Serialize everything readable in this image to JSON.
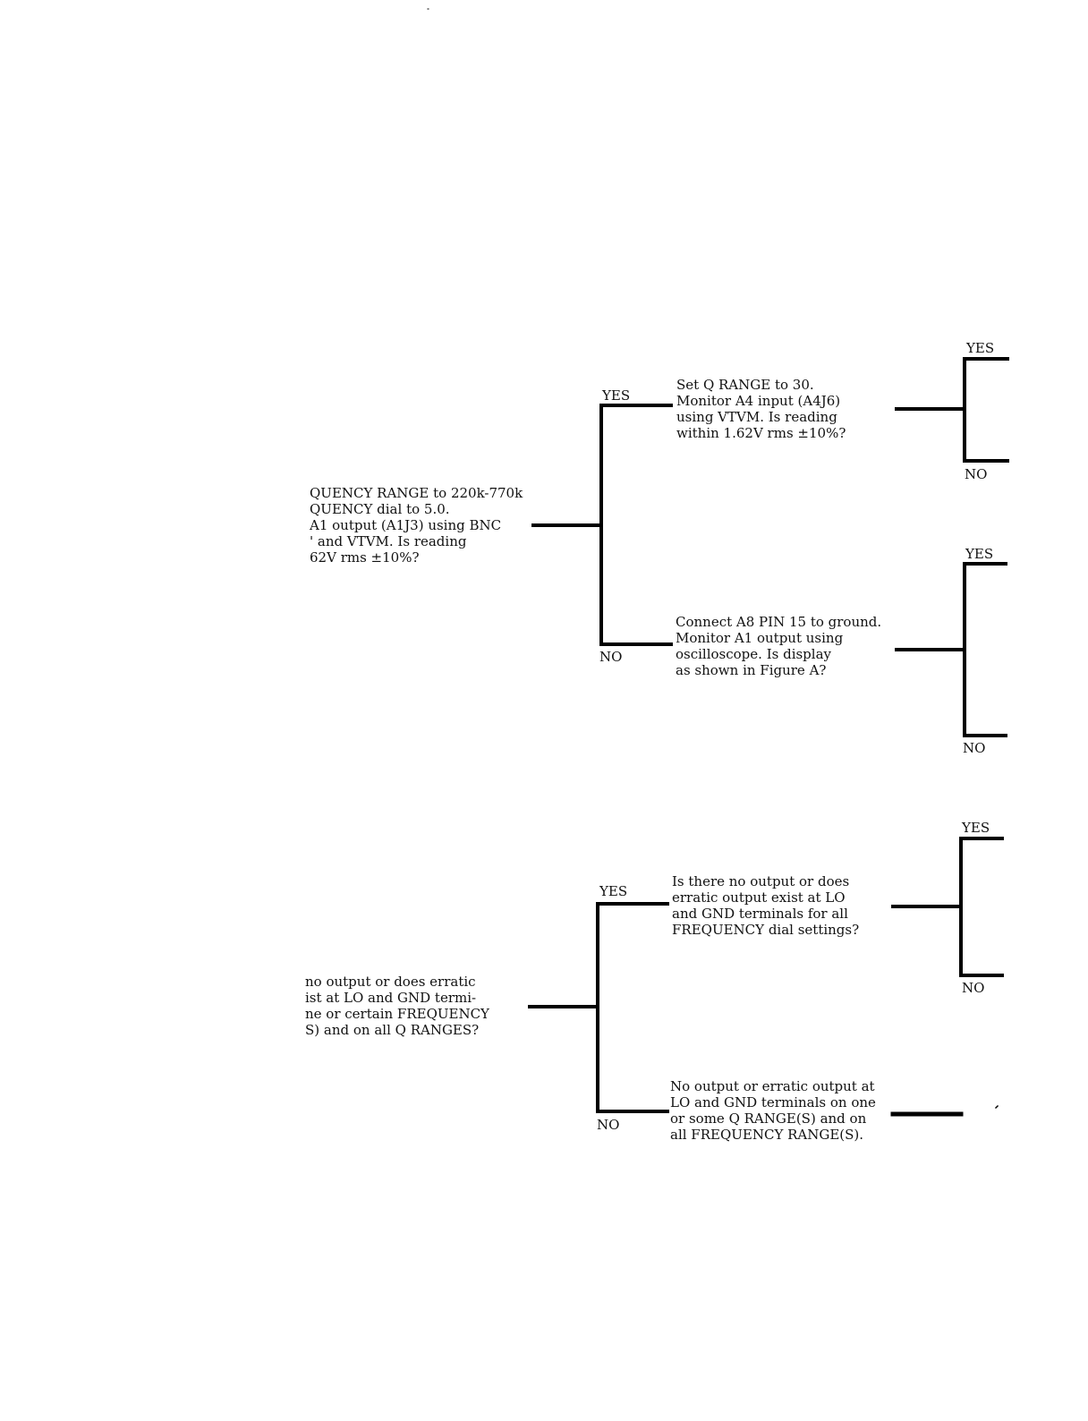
{
  "branch_labels": {
    "yes": "YES",
    "no": "NO"
  },
  "nodes": {
    "freq_range_check": [
      "QUENCY RANGE to 220k-770k",
      "QUENCY dial to 5.0.",
      "A1 output (A1J3) using BNC",
      "' and VTVM.  Is reading",
      "62V rms ±10%?"
    ],
    "q_range_check": [
      "Set Q RANGE to 30.",
      "Monitor A4 input (A4J6)",
      "using VTVM.  Is reading",
      "within 1.62V rms ±10%?"
    ],
    "a8_ground_check": [
      "Connect A8 PIN 15 to ground.",
      "Monitor A1 output using",
      "oscilloscope.  Is display",
      "as shown in Figure A?"
    ],
    "erratic_output_check": [
      "no output or does erratic",
      "ist at LO and GND termi-",
      "ne or certain FREQUENCY",
      "S) and on all Q RANGES?"
    ],
    "all_freq_dial_check": [
      "Is there no output or does",
      "erratic output exist at LO",
      "and GND terminals for all",
      "FREQUENCY dial settings?"
    ],
    "q_range_fault": [
      "No output or erratic output at",
      "LO and GND terminals on one",
      "or some Q RANGE(S) and on",
      "all FREQUENCY RANGE(S)."
    ]
  }
}
